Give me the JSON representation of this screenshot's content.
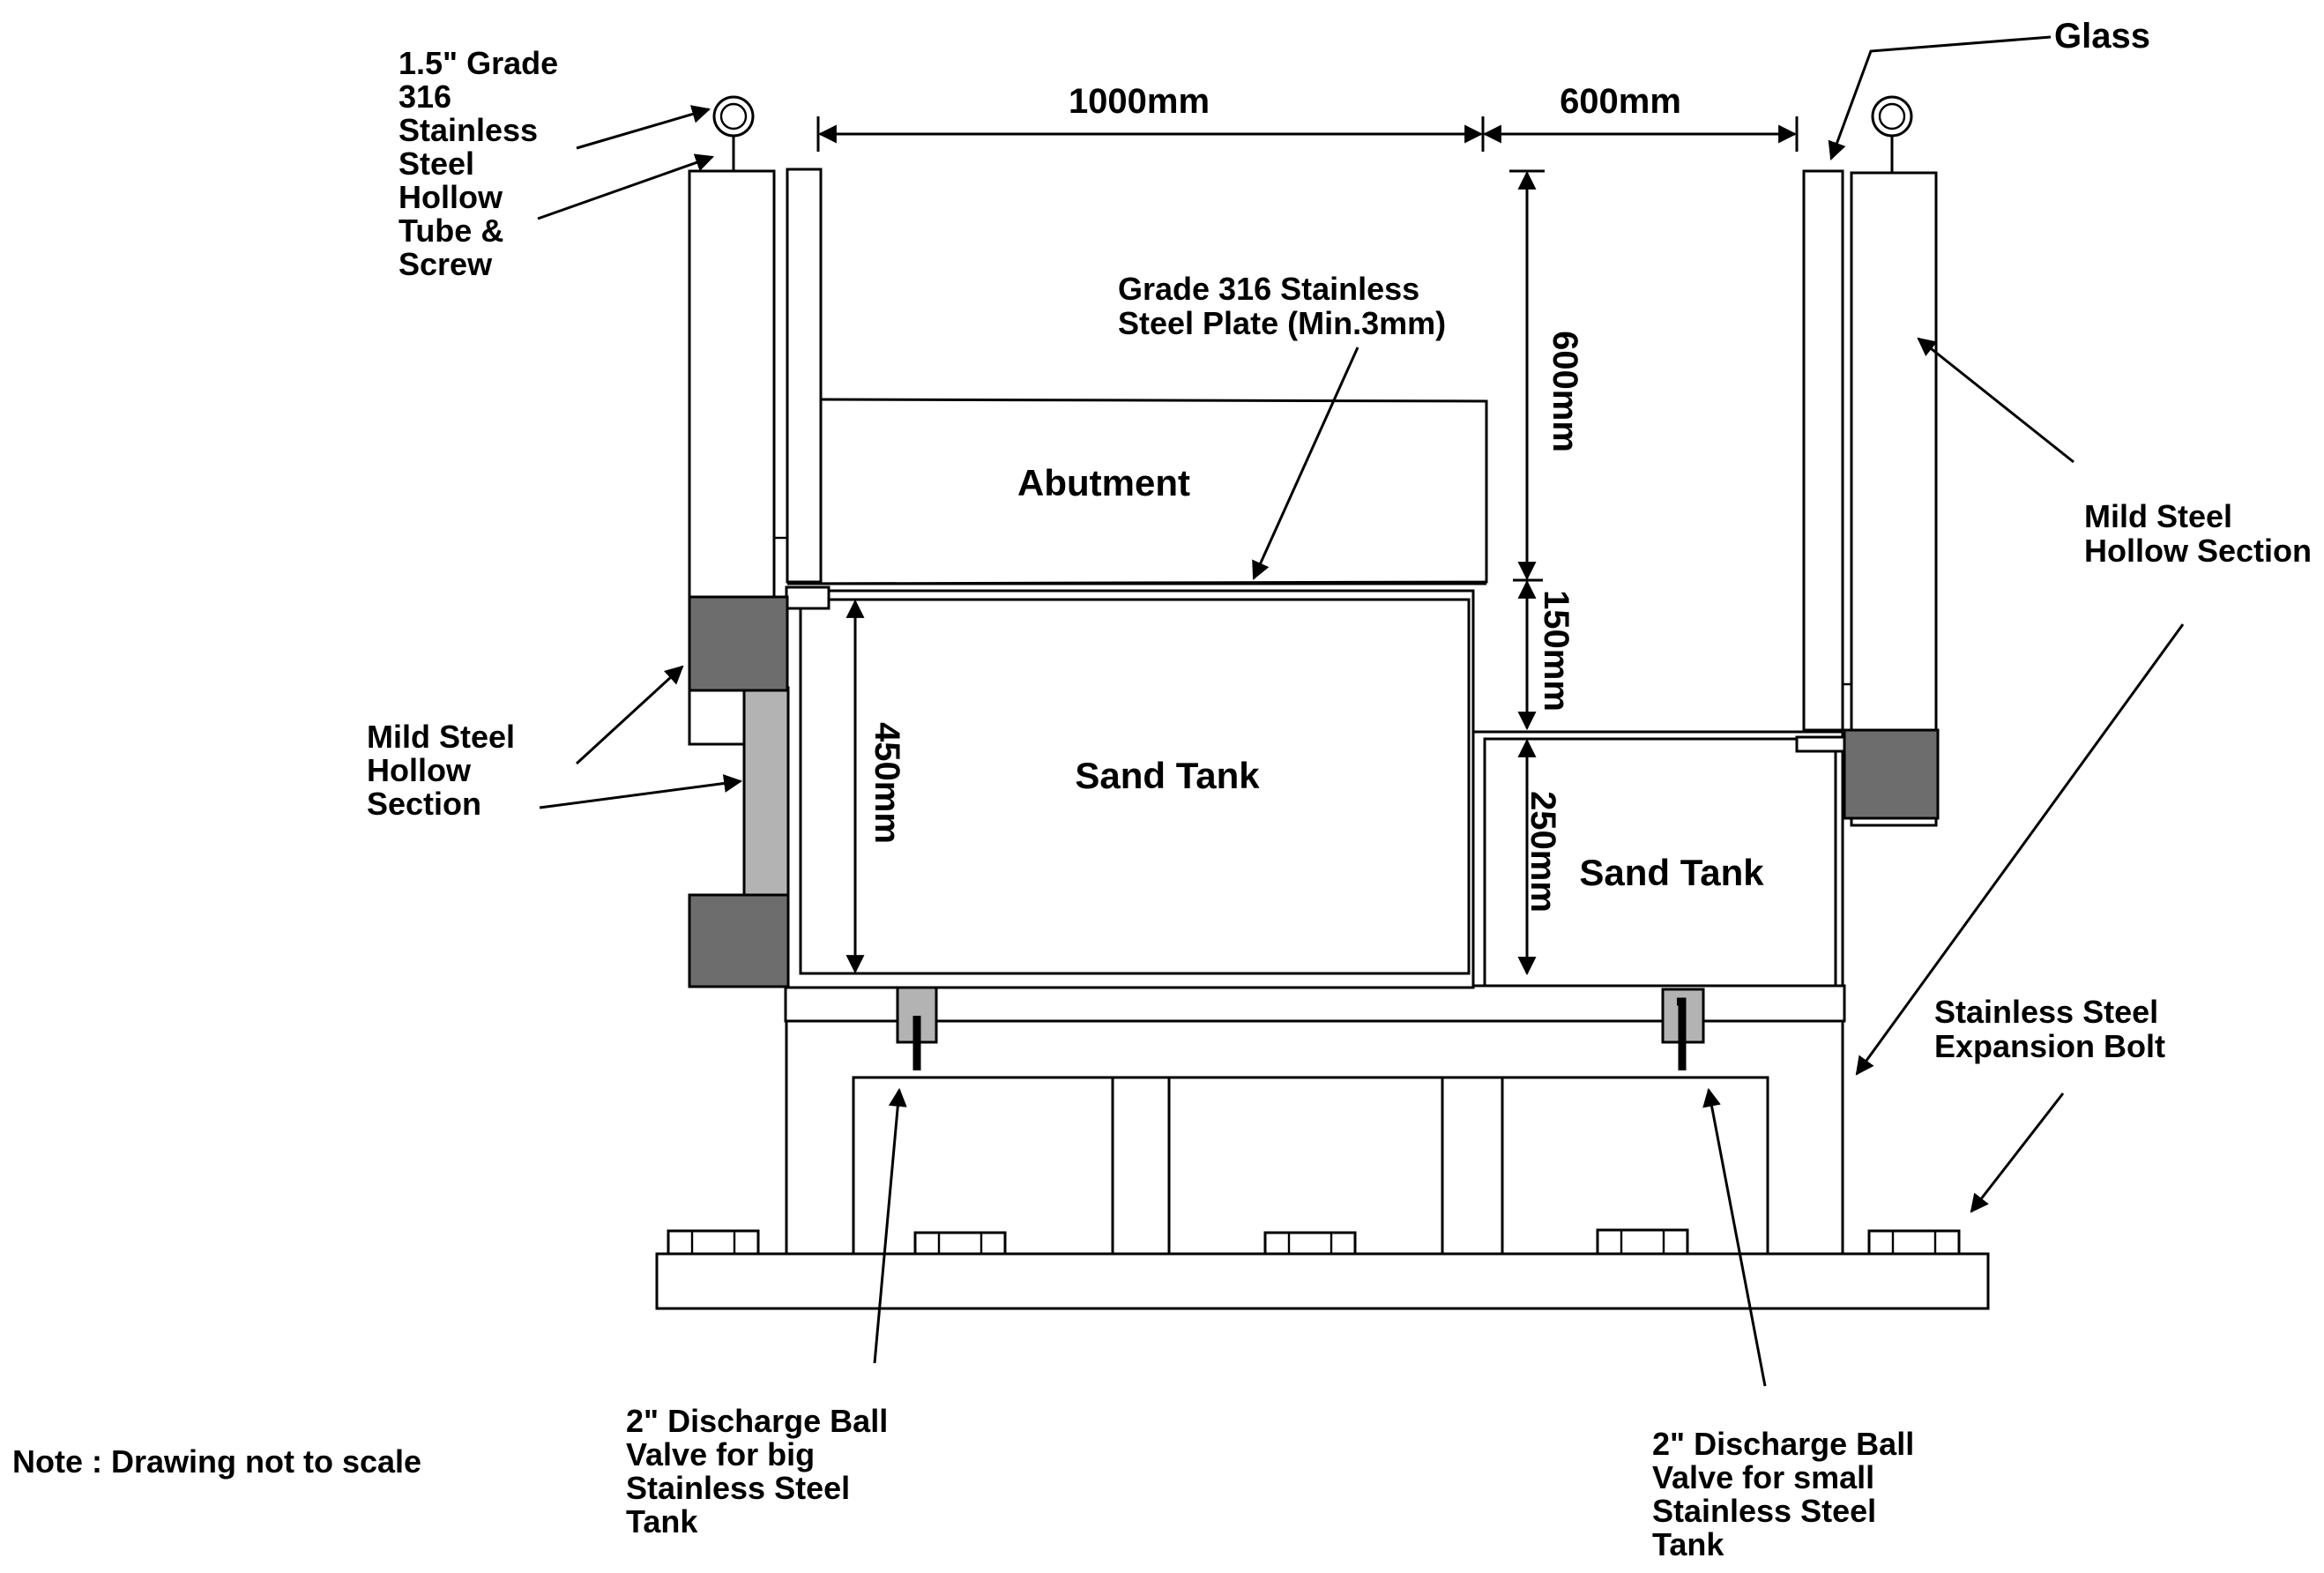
{
  "labels": {
    "tube_screw": [
      "1.5\" Grade",
      "316",
      "Stainless",
      "Steel",
      "Hollow",
      "Tube &",
      "Screw"
    ],
    "glass": "Glass",
    "plate": [
      "Grade 316 Stainless",
      "Steel Plate (Min.3mm)"
    ],
    "abutment": "Abutment",
    "sand_tank_big": "Sand Tank",
    "sand_tank_small": "Sand Tank",
    "mild_steel_left": [
      "Mild Steel",
      "Hollow",
      "Section"
    ],
    "mild_steel_right": [
      "Mild Steel",
      "Hollow Section"
    ],
    "expansion_bolt": [
      "Stainless Steel",
      "Expansion Bolt"
    ],
    "valve_big": [
      "2\" Discharge Ball",
      "Valve for big",
      "Stainless Steel",
      "Tank"
    ],
    "valve_small": [
      "2\" Discharge Ball",
      "Valve for small",
      "Stainless Steel",
      "Tank"
    ],
    "note": "Note : Drawing not to scale"
  },
  "dimensions": {
    "width_big": "1000mm",
    "width_small": "600mm",
    "height_abutment": "600mm",
    "height_step": "150mm",
    "height_big_tank": "450mm",
    "height_small_tank": "250mm"
  }
}
